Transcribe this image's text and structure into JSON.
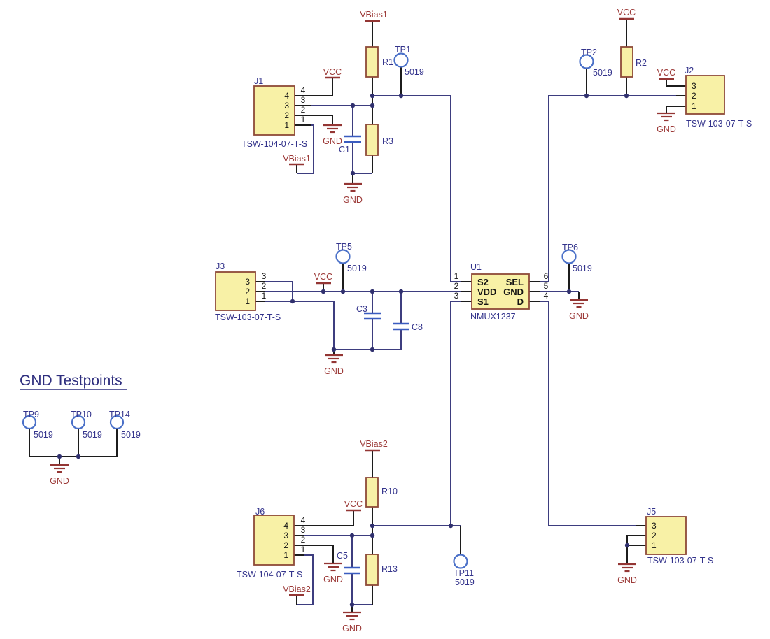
{
  "heading": {
    "text": "GND Testpoints"
  },
  "power_labels": {
    "vcc": "VCC",
    "gnd": "GND",
    "vbias1": "VBias1",
    "vbias2": "VBias2"
  },
  "components": {
    "J1": {
      "ref": "J1",
      "part": "TSW-104-07-T-S",
      "pin_numbers": [
        "4",
        "3",
        "2",
        "1"
      ]
    },
    "J2": {
      "ref": "J2",
      "part": "TSW-103-07-T-S",
      "pin_numbers": [
        "3",
        "2",
        "1"
      ]
    },
    "J3": {
      "ref": "J3",
      "part": "TSW-103-07-T-S",
      "pin_numbers": [
        "3",
        "2",
        "1"
      ]
    },
    "J5": {
      "ref": "J5",
      "part": "TSW-103-07-T-S",
      "pin_numbers": [
        "3",
        "2",
        "1"
      ]
    },
    "J6": {
      "ref": "J6",
      "part": "TSW-104-07-T-S",
      "pin_numbers": [
        "4",
        "3",
        "2",
        "1"
      ]
    },
    "U1": {
      "ref": "U1",
      "part": "NMUX1237",
      "left_pins": [
        {
          "num": "1",
          "name": "S2"
        },
        {
          "num": "2",
          "name": "VDD"
        },
        {
          "num": "3",
          "name": "S1"
        }
      ],
      "right_pins": [
        {
          "num": "6",
          "name": "SEL"
        },
        {
          "num": "5",
          "name": "GND"
        },
        {
          "num": "4",
          "name": "D"
        }
      ]
    },
    "R1": {
      "ref": "R1"
    },
    "R2": {
      "ref": "R2"
    },
    "R3": {
      "ref": "R3"
    },
    "R10": {
      "ref": "R10"
    },
    "R13": {
      "ref": "R13"
    },
    "C1": {
      "ref": "C1"
    },
    "C3": {
      "ref": "C3"
    },
    "C5": {
      "ref": "C5"
    },
    "C8": {
      "ref": "C8"
    }
  },
  "testpoints": {
    "TP1": {
      "label": "TP1",
      "value": "5019"
    },
    "TP2": {
      "label": "TP2",
      "value": "5019"
    },
    "TP5": {
      "label": "TP5",
      "value": "5019"
    },
    "TP6": {
      "label": "TP6",
      "value": "5019"
    },
    "TP9": {
      "label": "TP9",
      "value": "5019"
    },
    "TP10": {
      "label": "TP10",
      "value": "5019"
    },
    "TP11": {
      "label": "TP11",
      "value": "5019"
    },
    "TP14": {
      "label": "TP14",
      "value": "5019"
    }
  },
  "colors": {
    "wire": "#3d3d7f",
    "pin_stub": "#1c1c1c",
    "power_symbol": "#943634",
    "component_fill": "#f8f1a6",
    "component_outline": "#8e4a38",
    "designator_text": "#34348c",
    "power_text": "#9c3a38",
    "testpoint_ring": "#4a70c8",
    "capacitor": "#3a5cc0"
  }
}
